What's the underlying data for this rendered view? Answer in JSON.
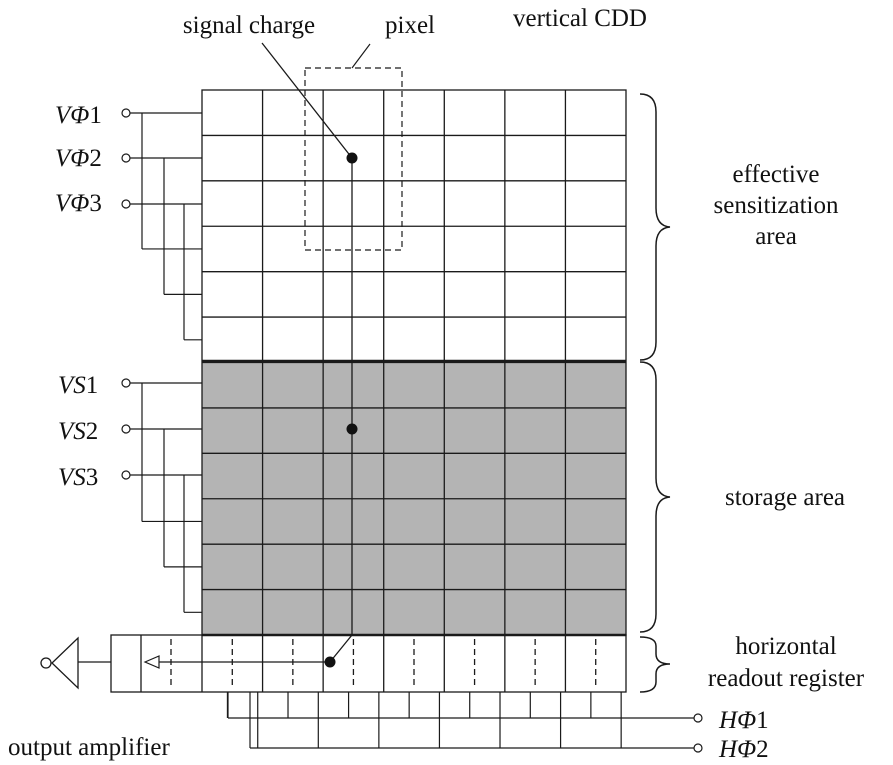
{
  "labels": {
    "signal_charge": "signal charge",
    "pixel": "pixel",
    "vertical_ccd": "vertical CDD",
    "effective_line1": "effective",
    "effective_line2": "sensitization",
    "effective_line3": "area",
    "storage": "storage area",
    "horizontal_line1": "horizontal",
    "horizontal_line2": "readout register",
    "output_amplifier": "output amplifier"
  },
  "clocks": {
    "v_phi": [
      {
        "prefix": "V",
        "greek": "Φ",
        "num": "1"
      },
      {
        "prefix": "V",
        "greek": "Φ",
        "num": "2"
      },
      {
        "prefix": "V",
        "greek": "Φ",
        "num": "3"
      }
    ],
    "vs": [
      {
        "prefix": "VS",
        "num": "1"
      },
      {
        "prefix": "VS",
        "num": "2"
      },
      {
        "prefix": "VS",
        "num": "3"
      }
    ],
    "h_phi": [
      {
        "prefix": "H",
        "greek": "Φ",
        "num": "1"
      },
      {
        "prefix": "H",
        "greek": "Φ",
        "num": "2"
      }
    ]
  },
  "grid": {
    "columns": 7,
    "sensor_rows": 6,
    "storage_rows": 6,
    "register_cells": 7
  },
  "colors": {
    "line": "#1a1a1a",
    "storage_fill": "#b4b4b4",
    "background": "#ffffff"
  }
}
